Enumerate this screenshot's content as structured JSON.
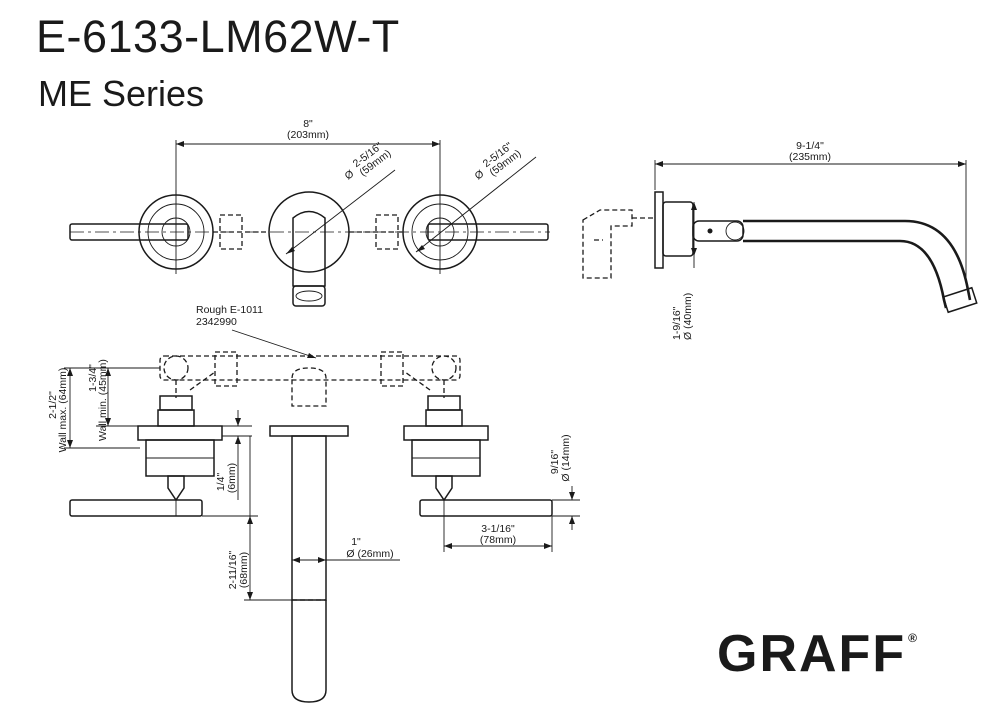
{
  "header": {
    "model": "E-6133-LM62W-T",
    "series": "ME Series"
  },
  "top_view": {
    "dim_spread": "8\"",
    "dim_spread_mm": "(203mm)",
    "dim_handle_dia_left": "2-5/16\"",
    "dim_handle_dia_left_mm": "(59mm)",
    "dim_handle_dia_right": "2-5/16\"",
    "dim_handle_dia_right_mm": "(59mm)",
    "diameter_symbol": "Ø"
  },
  "side_view": {
    "dim_spout_length": "9-1/4\"",
    "dim_spout_length_mm": "(235mm)",
    "dim_height": "1-9/16\"",
    "dim_height_mm": "Ø (40mm)"
  },
  "front_view": {
    "rough_label": "Rough E-1011",
    "rough_number": "2342990",
    "dim_wall_max": "2-1/2\"",
    "dim_wall_max_label": "Wall max. (64mm)",
    "dim_wall_min": "1-3/4\"",
    "dim_wall_min_label": "Wall min. (45mm)",
    "dim_flange": "1/4\"",
    "dim_flange_mm": "(6mm)",
    "dim_spout_drop": "2-11/16\"",
    "dim_spout_drop_mm": "(68mm)",
    "dim_spout_dia": "1\"",
    "dim_spout_dia_mm": "Ø (26mm)",
    "dim_lever_height": "9/16\"",
    "dim_lever_height_mm": "Ø (14mm)",
    "dim_lever_length": "3-1/16\"",
    "dim_lever_length_mm": "(78mm)"
  },
  "brand": {
    "logo": "GRAFF",
    "registered": "®"
  }
}
